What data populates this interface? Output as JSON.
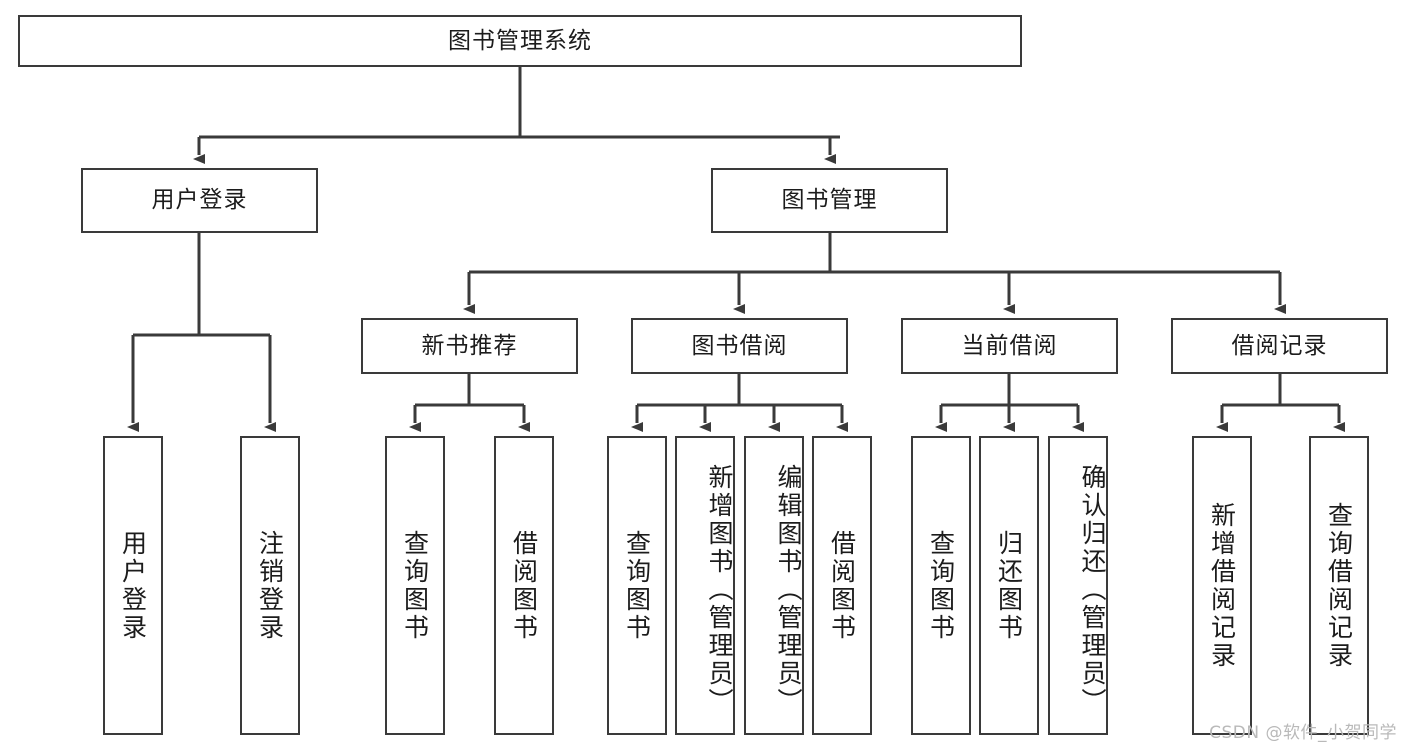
{
  "diagram": {
    "type": "tree-hierarchy",
    "title": "图书管理系统",
    "watermark": "CSDN @软件_小贺同学",
    "colors": {
      "stroke": "#3a3a3a",
      "fill": "#ffffff",
      "text": "#1c1c1c",
      "watermark": "#b9b9b9"
    },
    "levels": {
      "root": {
        "label": "图书管理系统"
      },
      "level2": [
        {
          "id": "user-login",
          "label": "用户登录"
        },
        {
          "id": "book-manage",
          "label": "图书管理"
        }
      ],
      "level3": [
        {
          "id": "new-book-recommend",
          "label": "新书推荐",
          "parent": "book-manage"
        },
        {
          "id": "book-borrow",
          "label": "图书借阅",
          "parent": "book-manage"
        },
        {
          "id": "current-borrow",
          "label": "当前借阅",
          "parent": "book-manage"
        },
        {
          "id": "borrow-record",
          "label": "借阅记录",
          "parent": "book-manage"
        }
      ],
      "leaves": [
        {
          "id": "leaf-user-login",
          "label": "用户登录",
          "parent": "user-login"
        },
        {
          "id": "leaf-logout",
          "label": "注销登录",
          "parent": "user-login"
        },
        {
          "id": "leaf-query-book-1",
          "label": "查询图书",
          "parent": "new-book-recommend"
        },
        {
          "id": "leaf-borrow-book-1",
          "label": "借阅图书",
          "parent": "new-book-recommend"
        },
        {
          "id": "leaf-query-book-2",
          "label": "查询图书",
          "parent": "book-borrow"
        },
        {
          "id": "leaf-add-book",
          "label": "新增图书（管理员）",
          "parent": "book-borrow"
        },
        {
          "id": "leaf-edit-book",
          "label": "编辑图书（管理员）",
          "parent": "book-borrow"
        },
        {
          "id": "leaf-borrow-book-2",
          "label": "借阅图书",
          "parent": "book-borrow"
        },
        {
          "id": "leaf-query-book-3",
          "label": "查询图书",
          "parent": "current-borrow"
        },
        {
          "id": "leaf-return-book",
          "label": "归还图书",
          "parent": "current-borrow"
        },
        {
          "id": "leaf-confirm-return",
          "label": "确认归还（管理员）",
          "parent": "current-borrow"
        },
        {
          "id": "leaf-add-record",
          "label": "新增借阅记录",
          "parent": "borrow-record"
        },
        {
          "id": "leaf-query-record",
          "label": "查询借阅记录",
          "parent": "borrow-record"
        }
      ]
    }
  }
}
